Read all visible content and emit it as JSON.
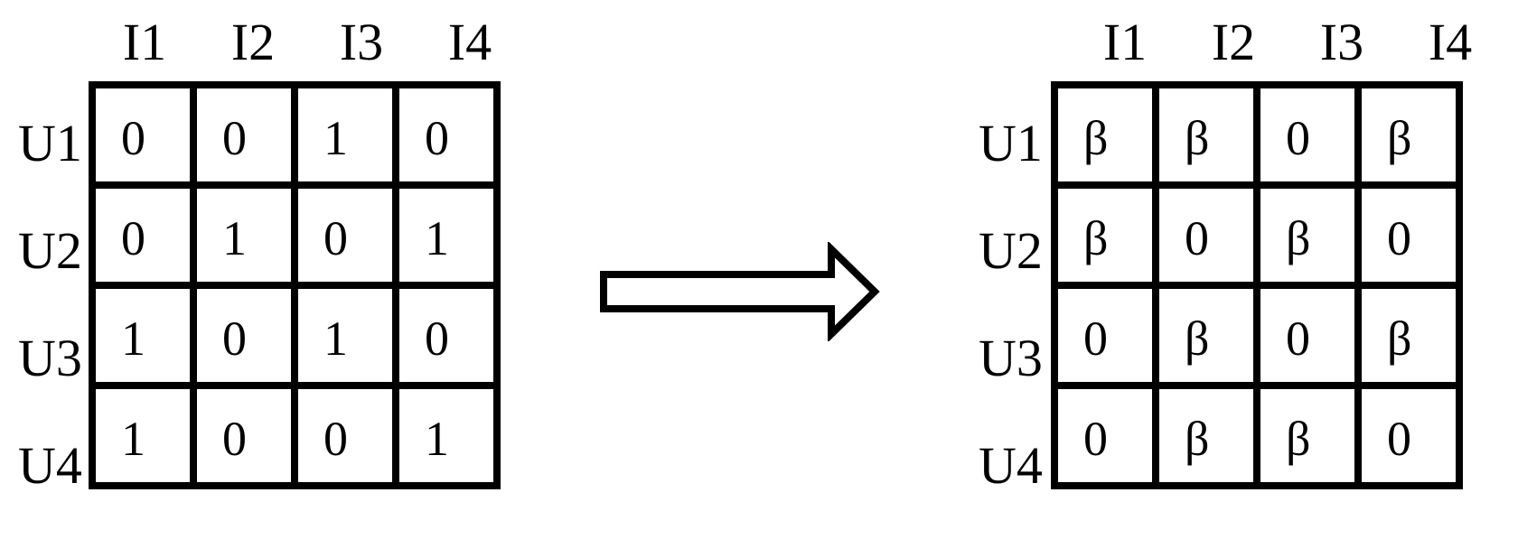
{
  "left_matrix": {
    "columns": [
      "I1",
      "I2",
      "I3",
      "I4"
    ],
    "rows": [
      {
        "label": "U1",
        "cells": [
          "0",
          "0",
          "1",
          "0"
        ]
      },
      {
        "label": "U2",
        "cells": [
          "0",
          "1",
          "0",
          "1"
        ]
      },
      {
        "label": "U3",
        "cells": [
          "1",
          "0",
          "1",
          "0"
        ]
      },
      {
        "label": "U4",
        "cells": [
          "1",
          "0",
          "0",
          "1"
        ]
      }
    ]
  },
  "right_matrix": {
    "columns": [
      "I1",
      "I2",
      "I3",
      "I4"
    ],
    "rows": [
      {
        "label": "U1",
        "cells": [
          "β",
          "β",
          "0",
          "β"
        ]
      },
      {
        "label": "U2",
        "cells": [
          "β",
          "0",
          "β",
          "0"
        ]
      },
      {
        "label": "U3",
        "cells": [
          "0",
          "β",
          "0",
          "β"
        ]
      },
      {
        "label": "U4",
        "cells": [
          "0",
          "β",
          "β",
          "0"
        ]
      }
    ]
  },
  "colors": {
    "line": "#000000",
    "background": "#ffffff"
  },
  "icons": {
    "transform": "right-arrow-icon"
  }
}
